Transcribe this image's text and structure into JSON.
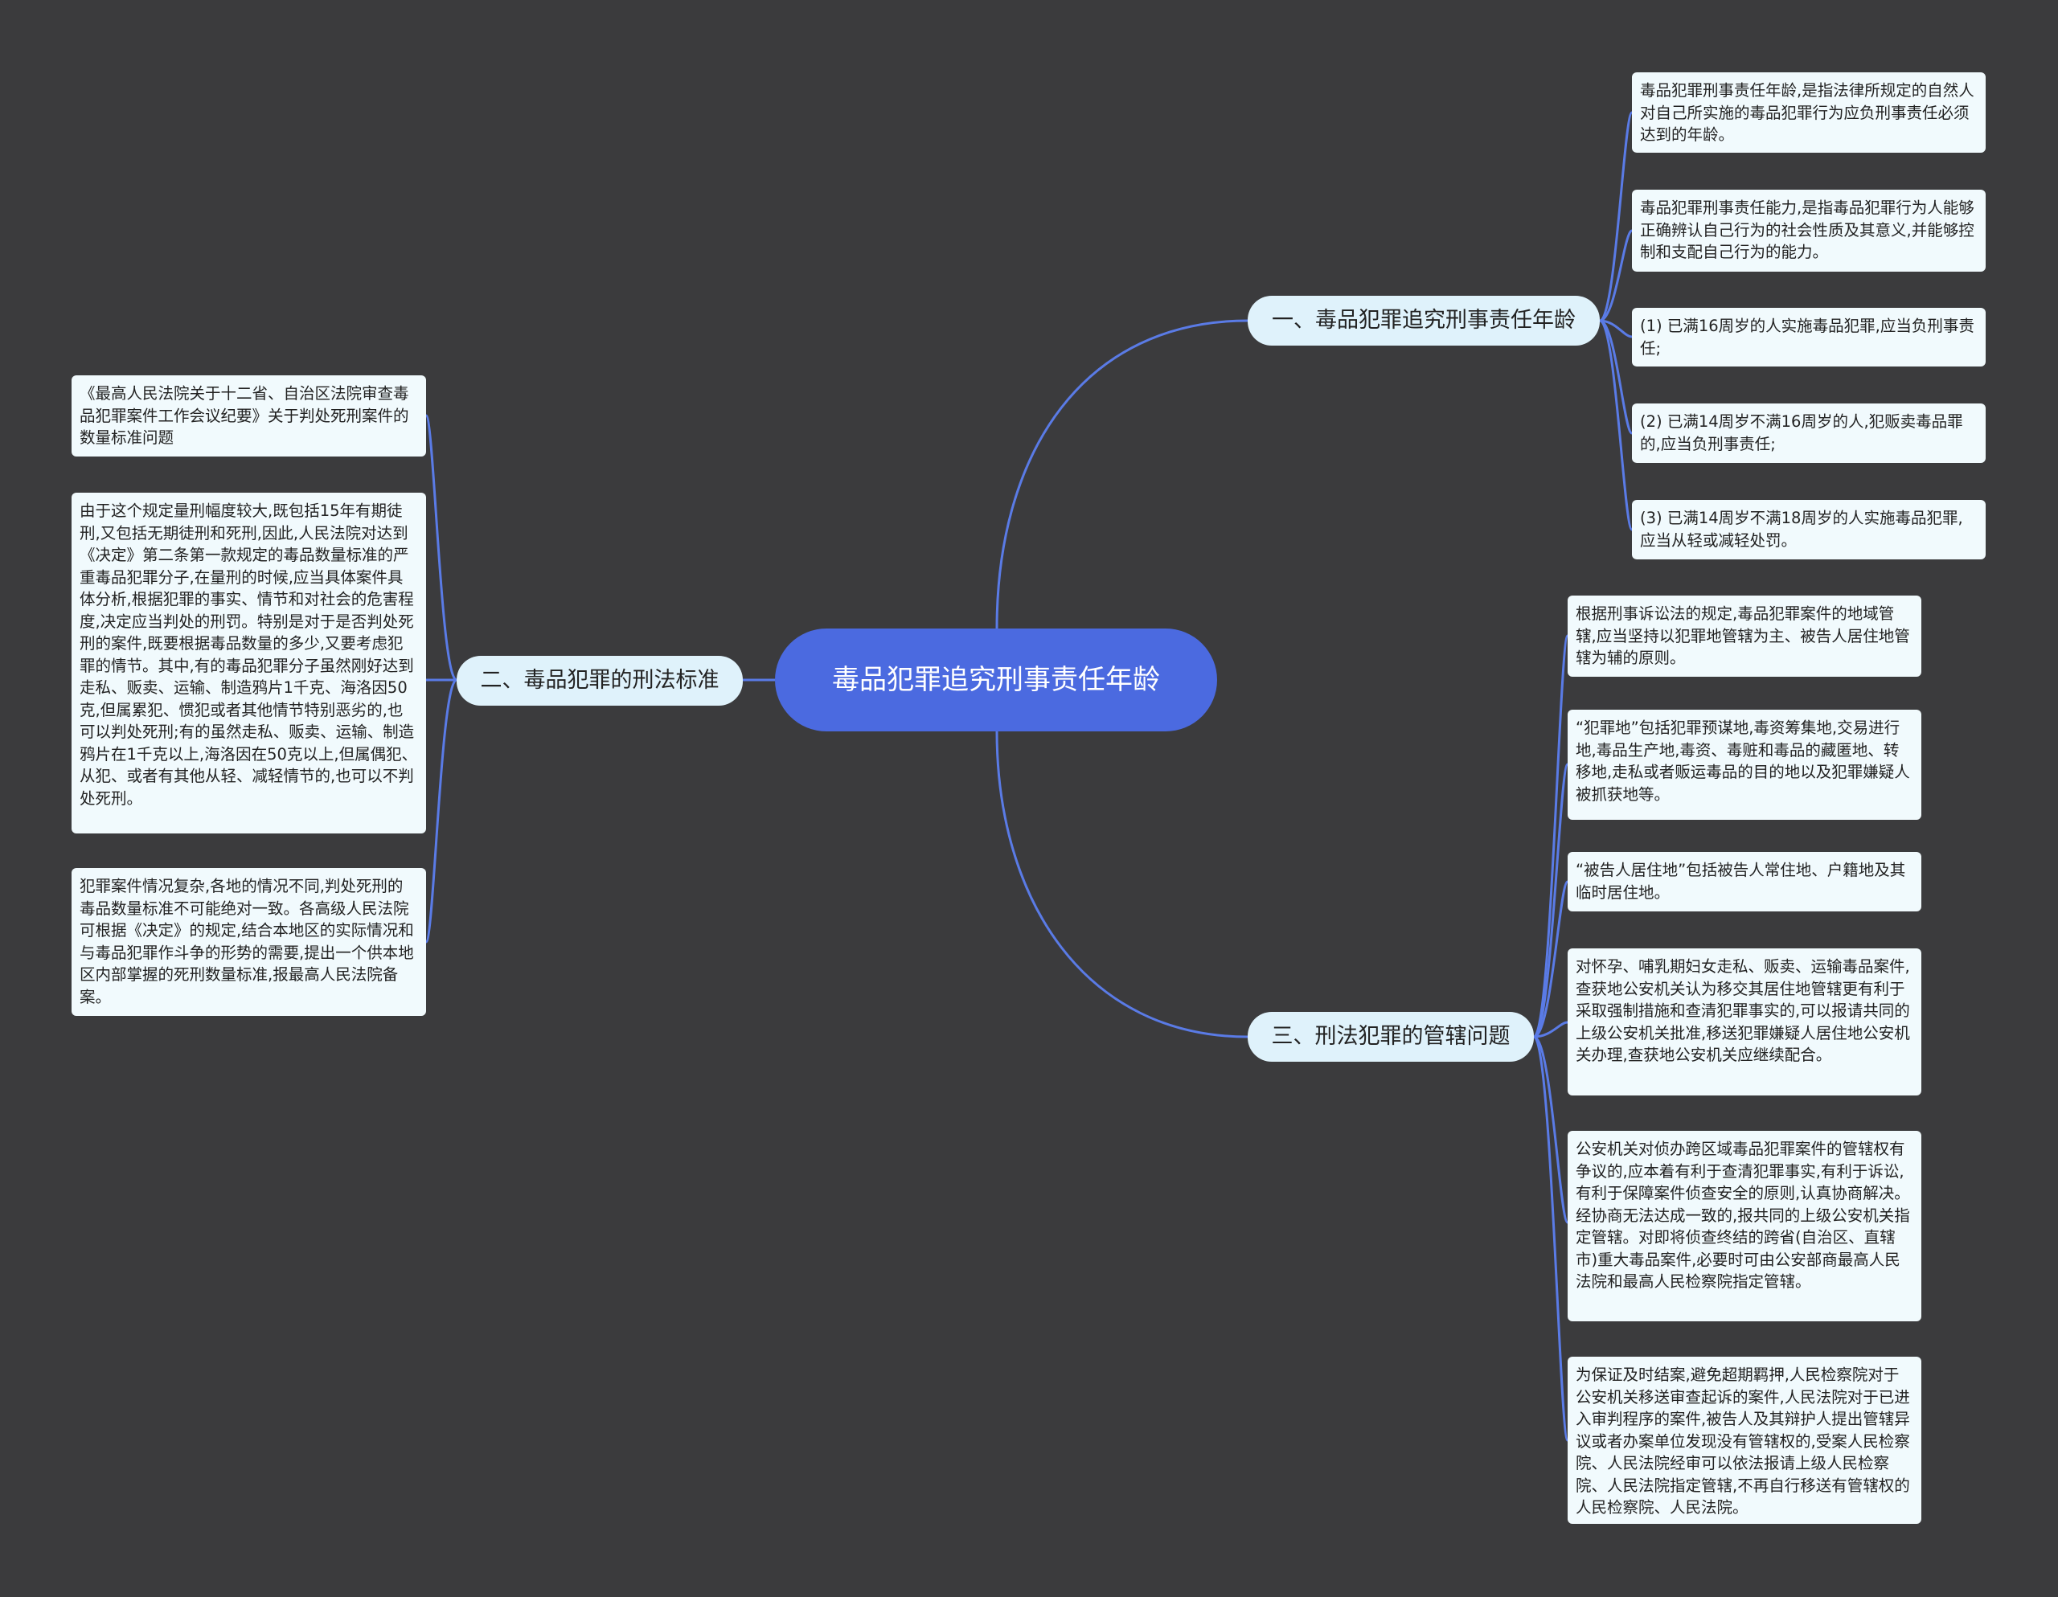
{
  "root": {
    "title": "毒品犯罪追究刑事责任年龄"
  },
  "branches": [
    {
      "label": "一、毒品犯罪追究刑事责任年龄",
      "leaves": [
        "毒品犯罪刑事责任年龄,是指法律所规定的自然人对自己所实施的毒品犯罪行为应负刑事责任必须达到的年龄。",
        "毒品犯罪刑事责任能力,是指毒品犯罪行为人能够正确辨认自己行为的社会性质及其意义,并能够控制和支配自己行为的能力。",
        "(1) 已满16周岁的人实施毒品犯罪,应当负刑事责任;",
        "(2) 已满14周岁不满16周岁的人,犯贩卖毒品罪的,应当负刑事责任;",
        "(3) 已满14周岁不满18周岁的人实施毒品犯罪,应当从轻或减轻处罚。"
      ]
    },
    {
      "label": "二、毒品犯罪的刑法标准",
      "leaves": [
        "《最高人民法院关于十二省、自治区法院审查毒品犯罪案件工作会议纪要》关于判处死刑案件的数量标准问题",
        "由于这个规定量刑幅度较大,既包括15年有期徒刑,又包括无期徒刑和死刑,因此,人民法院对达到《决定》第二条第一款规定的毒品数量标准的严重毒品犯罪分子,在量刑的时候,应当具体案件具体分析,根据犯罪的事实、情节和对社会的危害程度,决定应当判处的刑罚。特别是对于是否判处死刑的案件,既要根据毒品数量的多少,又要考虑犯罪的情节。其中,有的毒品犯罪分子虽然刚好达到走私、贩卖、运输、制造鸦片1千克、海洛因50克,但属累犯、惯犯或者其他情节特别恶劣的,也可以判处死刑;有的虽然走私、贩卖、运输、制造鸦片在1千克以上,海洛因在50克以上,但属偶犯、从犯、或者有其他从轻、减轻情节的,也可以不判处死刑。",
        "犯罪案件情况复杂,各地的情况不同,判处死刑的毒品数量标准不可能绝对一致。各高级人民法院可根据《决定》的规定,结合本地区的实际情况和与毒品犯罪作斗争的形势的需要,提出一个供本地区内部掌握的死刑数量标准,报最高人民法院备案。"
      ]
    },
    {
      "label": "三、刑法犯罪的管辖问题",
      "leaves": [
        "根据刑事诉讼法的规定,毒品犯罪案件的地域管辖,应当坚持以犯罪地管辖为主、被告人居住地管辖为辅的原则。",
        "“犯罪地”包括犯罪预谋地,毒资筹集地,交易进行地,毒品生产地,毒资、毒赃和毒品的藏匿地、转移地,走私或者贩运毒品的目的地以及犯罪嫌疑人被抓获地等。",
        "“被告人居住地”包括被告人常住地、户籍地及其临时居住地。",
        "对怀孕、哺乳期妇女走私、贩卖、运输毒品案件,查获地公安机关认为移交其居住地管辖更有利于采取强制措施和查清犯罪事实的,可以报请共同的上级公安机关批准,移送犯罪嫌疑人居住地公安机关办理,查获地公安机关应继续配合。",
        "公安机关对侦办跨区域毒品犯罪案件的管辖权有争议的,应本着有利于查清犯罪事实,有利于诉讼,有利于保障案件侦查安全的原则,认真协商解决。经协商无法达成一致的,报共同的上级公安机关指定管辖。对即将侦查终结的跨省(自治区、直辖市)重大毒品案件,必要时可由公安部商最高人民法院和最高人民检察院指定管辖。",
        "为保证及时结案,避免超期羁押,人民检察院对于公安机关移送审查起诉的案件,人民法院对于已进入审判程序的案件,被告人及其辩护人提出管辖异议或者办案单位发现没有管辖权的,受案人民检察院、人民法院经审可以依法报请上级人民检察院、人民法院指定管辖,不再自行移送有管辖权的人民检察院、人民法院。"
      ]
    }
  ],
  "colors": {
    "background": "#3b3b3d",
    "root_fill": "#4b6ae0",
    "branch_fill": "#dff2fb",
    "leaf_fill": "#f1fafd",
    "link": "#5a7be6"
  }
}
